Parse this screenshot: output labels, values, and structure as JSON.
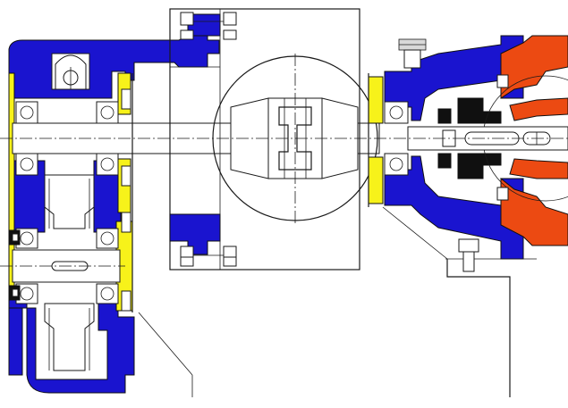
{
  "drawing": {
    "kind": "mechanical-cross-section",
    "palette": {
      "housing_blue": "#1a14cf",
      "gasket_yellow": "#f7f21a",
      "pump_red": "#ec4a12",
      "outline": "#1a1a1a",
      "background": "#ffffff"
    },
    "components": [
      "gearbox-housing",
      "input-shaft",
      "output-shaft",
      "gear-wheel",
      "rolling-bearing",
      "flexible-coupling",
      "coupling-guard",
      "pump-bracket",
      "pump-casing",
      "mounting-bolt",
      "oil-filler-plug",
      "eye-bolt"
    ]
  }
}
